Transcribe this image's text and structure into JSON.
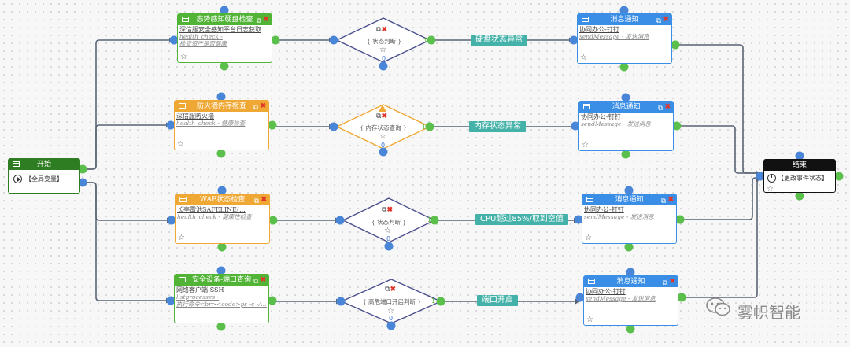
{
  "start": {
    "title": "开始",
    "button": "【全局变量】"
  },
  "end": {
    "title": "结束",
    "button": "【更改事件状态】"
  },
  "tasks": [
    {
      "title": "态势感知硬盘检查",
      "line1": "深信服安全感知平台日志获取",
      "line2": "health_check -",
      "line3": "检查资产是否健康",
      "color": "green"
    },
    {
      "title": "防火墙内存检查",
      "line1": "深信服防火墙",
      "line2": "health_check - 健康检查",
      "line3": "",
      "color": "orange"
    },
    {
      "title": "WAF状态检查",
      "line1": "长亭雷池SAFELINE(...",
      "line2": "health_check - 健康性检查",
      "line3": "",
      "color": "orange"
    },
    {
      "title": "安全设备-端口查询",
      "line1": "网络客户端-SSH",
      "line2": "listprocesses -",
      "line3": "执行命令<br><code>ps -c -A...",
      "color": "green"
    }
  ],
  "decisions": [
    {
      "text": "{ 状态判断 }",
      "warning": false,
      "color": "#4b4f8e"
    },
    {
      "text": "{ 内存状态查询 }",
      "warning": true,
      "color": "#f0a835"
    },
    {
      "text": "{ 状态判断 }",
      "warning": false,
      "color": "#4b4f8e"
    },
    {
      "text": "{ 高危端口开启判断 }",
      "warning": false,
      "color": "#4b4f8e"
    }
  ],
  "decision_ports": {
    "yes": "1",
    "no": "0"
  },
  "labels": [
    "硬盘状态异常",
    "内存状态异常",
    "CPU超过85%/取到空值",
    "端口开启"
  ],
  "notifies": [
    {
      "title": "消息通知",
      "line1": "协同办公-钉钉",
      "line2": "sendMessage - 发送消息"
    },
    {
      "title": "消息通知",
      "line1": "协同办公-钉钉",
      "line2": "sendMessage - 发送消息"
    },
    {
      "title": "消息通知",
      "line1": "协同办公-钉钉",
      "line2": "sendMessage - 发送消息"
    },
    {
      "title": "消息通知",
      "line1": "协同办公-钉钉",
      "line2": "sendMessage - 发送消息"
    }
  ],
  "watermark": "雾帜智能",
  "colors": {
    "green": "#52b436",
    "orange": "#f0a835",
    "blue": "#3a8ee6",
    "port_blue": "#4a86d8",
    "port_green": "#5bbf4c",
    "label": "#45b2a9",
    "edge": "#5a6475"
  }
}
